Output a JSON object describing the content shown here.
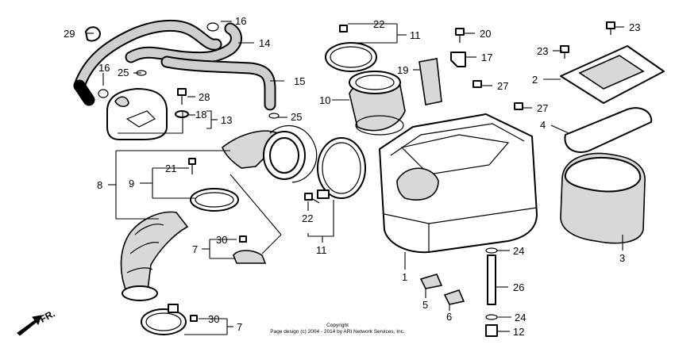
{
  "diagram": {
    "direction_label": "FR.",
    "copyright_line1": "Copyright",
    "copyright_line2": "Page design (c) 2004 - 2014 by ARI Network Services, Inc.",
    "callouts": {
      "c1": "1",
      "c2": "2",
      "c3": "3",
      "c4": "4",
      "c5": "5",
      "c6": "6",
      "c7a": "7",
      "c7b": "7",
      "c8": "8",
      "c9": "9",
      "c10": "10",
      "c11a": "11",
      "c11b": "11",
      "c12": "12",
      "c13": "13",
      "c14": "14",
      "c15": "15",
      "c16a": "16",
      "c16b": "16",
      "c17": "17",
      "c18": "18",
      "c19": "19",
      "c20": "20",
      "c21": "21",
      "c22a": "22",
      "c22b": "22",
      "c23a": "23",
      "c23b": "23",
      "c24a": "24",
      "c24b": "24",
      "c25a": "25",
      "c25b": "25",
      "c26": "26",
      "c27a": "27",
      "c27b": "27",
      "c28": "28",
      "c29": "29",
      "c30a": "30",
      "c30b": "30"
    }
  }
}
